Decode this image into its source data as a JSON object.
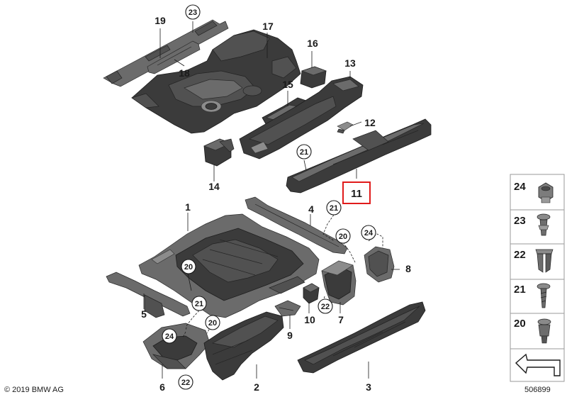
{
  "diagram": {
    "callouts": {
      "n1": "1",
      "n2": "2",
      "n3": "3",
      "n4": "4",
      "n5": "5",
      "n6": "6",
      "n7": "7",
      "n8": "8",
      "n9": "9",
      "n10": "10",
      "n11": "11",
      "n12": "12",
      "n13": "13",
      "n14": "14",
      "n15": "15",
      "n16": "16",
      "n17": "17",
      "n18": "18",
      "n19": "19"
    },
    "circled": {
      "c23_top": "23",
      "c21_a": "21",
      "c21_b": "21",
      "c21_c": "21",
      "c20_a": "20",
      "c20_b": "20",
      "c20_c": "20",
      "c24_a": "24",
      "c24_b": "24",
      "c22_a": "22",
      "c22_b": "22"
    },
    "highlighted_part": "11",
    "highlight_color": "#e01b1b"
  },
  "legend": {
    "items": [
      {
        "number": "24",
        "icon": "hex-nut-icon"
      },
      {
        "number": "23",
        "icon": "push-rivet-icon"
      },
      {
        "number": "22",
        "icon": "expansion-clip-icon"
      },
      {
        "number": "21",
        "icon": "screw-icon"
      },
      {
        "number": "20",
        "icon": "clip-nut-icon"
      }
    ],
    "last_icon": "arrow-bracket-icon"
  },
  "footer": {
    "copyright": "© 2019 BMW AG",
    "diagram_id": "506899"
  }
}
